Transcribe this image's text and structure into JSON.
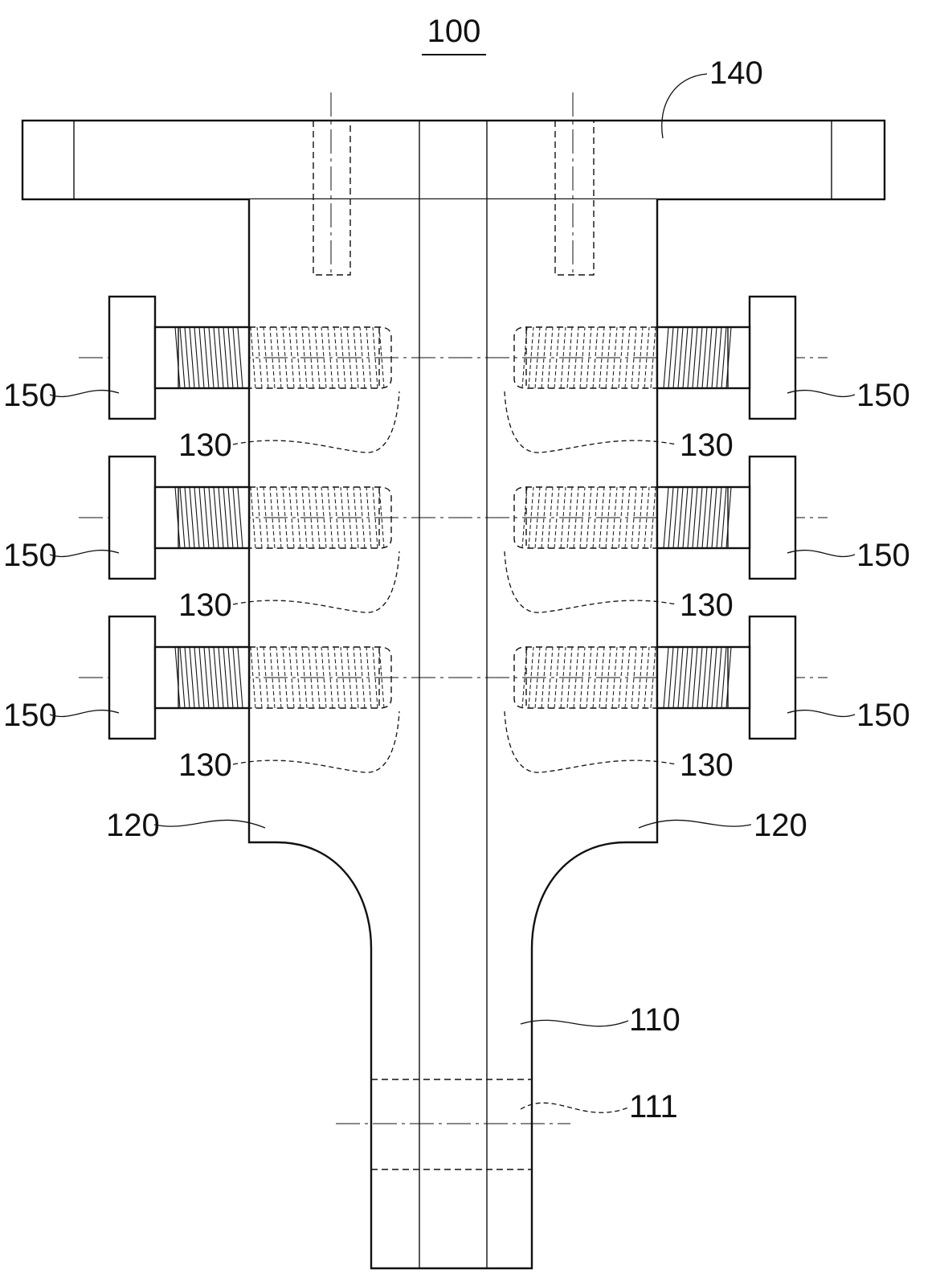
{
  "figure": {
    "title_number": "100",
    "labels": {
      "flange": "140",
      "bolt": "150",
      "thread_hole": "130",
      "body": "120",
      "shaft": "110",
      "hole": "111"
    }
  }
}
